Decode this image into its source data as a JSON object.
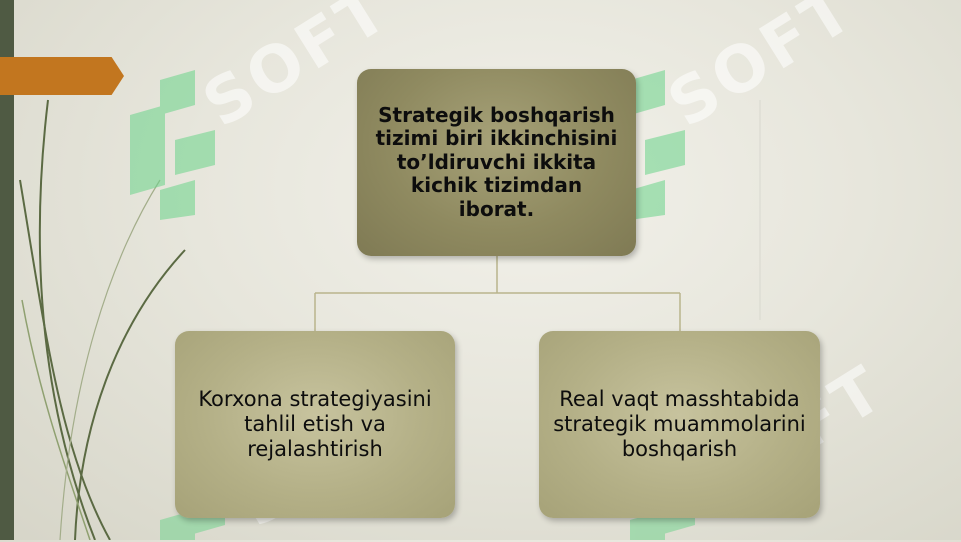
{
  "slide": {
    "top_box": "Strategik boshqarish tizimi biri ikkinchisini to’ldiruvchi ikkita kichik tizimdan iborat.",
    "left_box": "Korxona strategiyasini tahlil etish va rejalashtirish",
    "right_box": "Real vaqt masshtabida strategik muammolarini boshqarish"
  },
  "watermark": {
    "text": "SOFT"
  },
  "colors": {
    "accent": "#c2761f",
    "side_bar": "#4f5a43",
    "top_box": "#8f8a60",
    "child_box": "#b4b087",
    "watermark_logo": "#6ad48a"
  }
}
